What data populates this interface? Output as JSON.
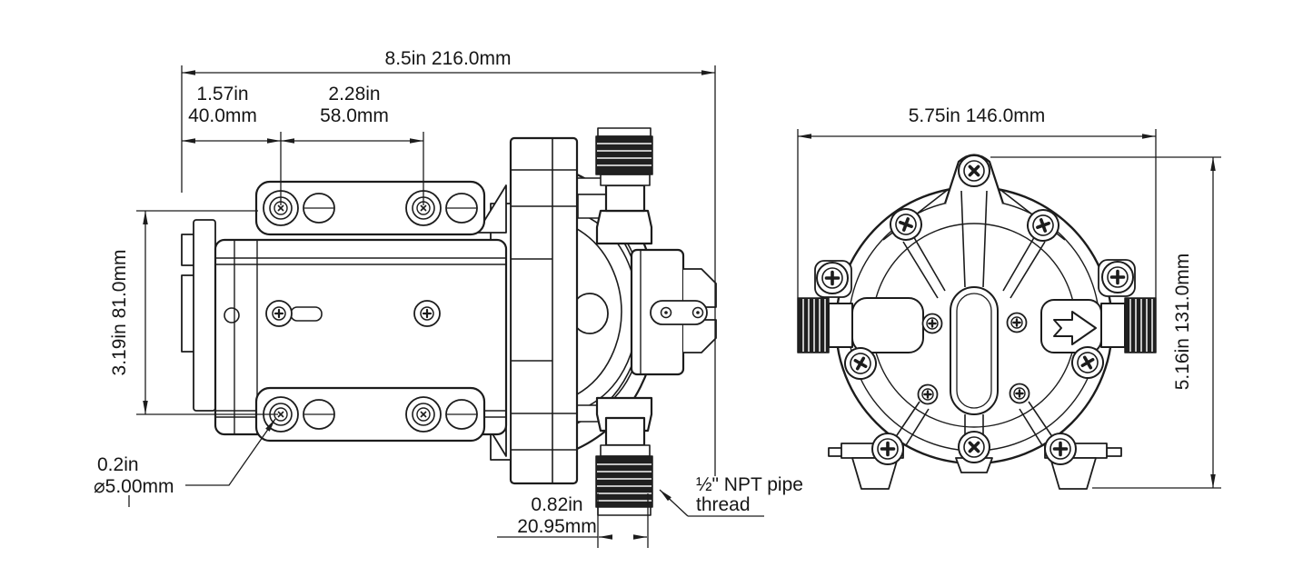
{
  "drawing": {
    "title": "Pump dimension drawing (side view and front view)",
    "colors": {
      "line": "#1c1c1c",
      "background": "#ffffff",
      "thread_fill": "#202020"
    }
  },
  "annotations": {
    "overall_length": "8.5in 216.0mm",
    "mount_hole_offset_in": "1.57in",
    "mount_hole_offset_mm": "40.0mm",
    "mount_hole_spacing_in": "2.28in",
    "mount_hole_spacing_mm": "58.0mm",
    "mount_height": "3.19in 81.0mm",
    "mount_hole_dia_in": "0.2in",
    "mount_hole_dia_mm": "⌀5.00mm",
    "port_width_in": "0.82in",
    "port_width_mm": "20.95mm",
    "port_thread_note_line1": "½\" NPT pipe",
    "port_thread_note_line2": "thread",
    "overall_width": "5.75in 146.0mm",
    "overall_height": "5.16in 131.0mm"
  }
}
